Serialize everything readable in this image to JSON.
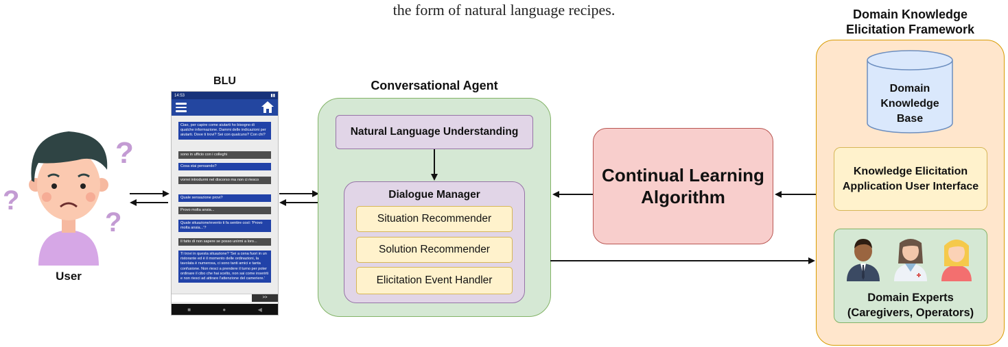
{
  "caption": "the form of natural language recipes.",
  "user": {
    "label": "User"
  },
  "phone": {
    "title": "BLU",
    "status_time": "14:53",
    "send_label": ">>",
    "messages": [
      {
        "text": "Ciao, per capire come aiutarti ho bisogno di qualche informazione. Dammi delle indicazioni per aiutarti. Dove ti trovi? Sei con qualcuno? Con chi?",
        "speaker": "bot"
      },
      {
        "text": "sono in ufficio con i colleghi",
        "speaker": "user"
      },
      {
        "text": "Cosa stai pensando?",
        "speaker": "bot"
      },
      {
        "text": "vorrei introdurmi nel discorso ma non ci riesco",
        "speaker": "user"
      },
      {
        "text": "Quale sensazione provi?",
        "speaker": "bot"
      },
      {
        "text": "Provo molta ansia...",
        "speaker": "user"
      },
      {
        "text": "Quale situazione/evento ti fa sentire così: 'Provo molta ansia...'?",
        "speaker": "bot"
      },
      {
        "text": "Il fatto di non sapere se posso unirmi a loro...",
        "speaker": "user"
      },
      {
        "text": "Ti trovi in questa situazione? 'Sei a cena fuori in un ristorante ed è il momento delle ordinazioni, la tavolata è numerosa, ci sono tanti amici e tanta confusione. Non riesci a prendere il turno per poter ordinare il cibo che hai scelto, non sai come inserirti e non riesci ad attirare l'attenzione del cameriere.'",
        "speaker": "bot"
      }
    ]
  },
  "agent": {
    "title": "Conversational Agent",
    "nlu": "Natural Language Understanding",
    "dm_title": "Dialogue Manager",
    "components": [
      "Situation Recommender",
      "Solution Recommender",
      "Elicitation Event Handler"
    ]
  },
  "cla": {
    "label": "Continual Learning Algorithm"
  },
  "framework": {
    "title_line1": "Domain Knowledge",
    "title_line2": "Elicitation Framework",
    "kb": "Domain Knowledge Base",
    "ui": "Knowledge Elicitation Application User Interface",
    "experts_line1": "Domain Experts",
    "experts_line2": "(Caregivers, Operators)"
  },
  "colors": {
    "agent_green": "#d5e8d4",
    "dm_purple": "#e1d5e7",
    "component_yellow": "#fff2cc",
    "cla_red": "#f8cecc",
    "framework_orange": "#ffe6cc",
    "kb_blue": "#dae8fc",
    "phone_blue": "#2346a0"
  }
}
